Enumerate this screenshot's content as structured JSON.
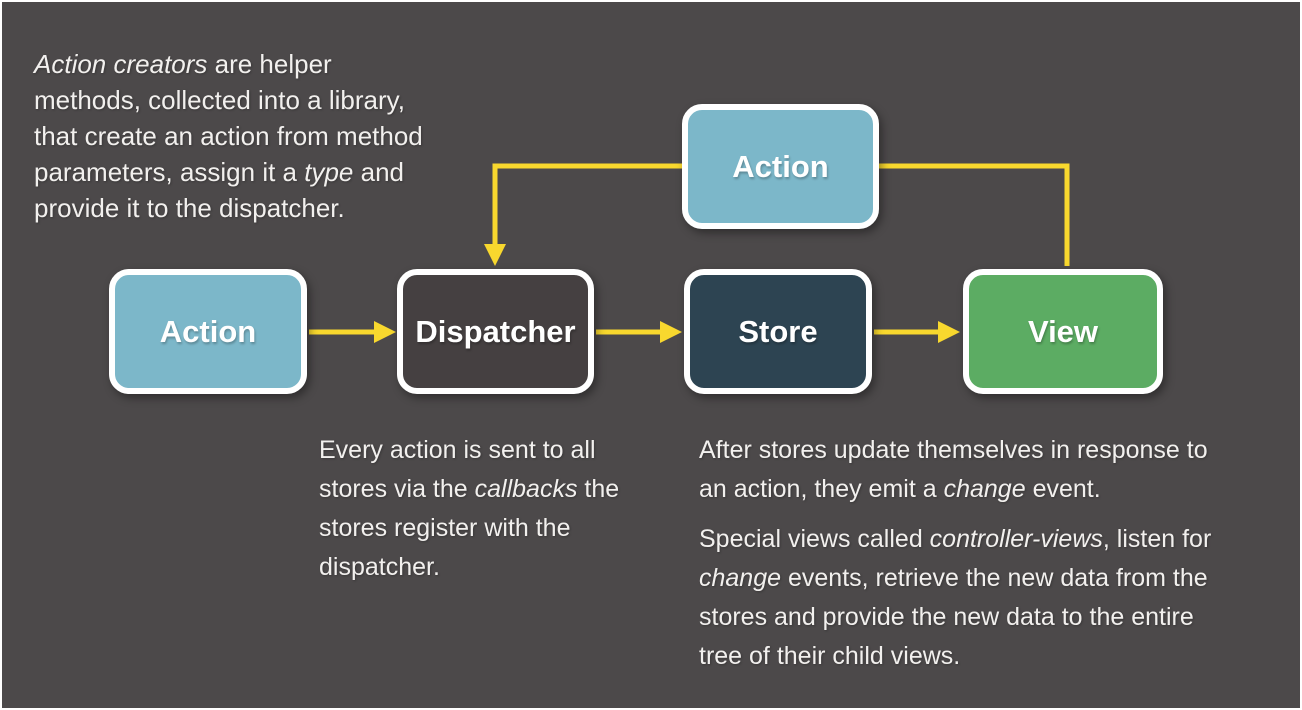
{
  "colors": {
    "background": "#4c494a",
    "frame_border": "#ffffff",
    "box_border": "#ffffff",
    "label_text": "#ffffff",
    "text": "#f2f0ee",
    "arrow": "#f8d82e",
    "action_fill": "#7cb7c9",
    "dispatcher_fill": "#454041",
    "store_fill": "#2d4452",
    "view_fill": "#5cac63"
  },
  "boxes": {
    "action_top": {
      "label": "Action"
    },
    "action": {
      "label": "Action"
    },
    "dispatcher": {
      "label": "Dispatcher"
    },
    "store": {
      "label": "Store"
    },
    "view": {
      "label": "View"
    }
  },
  "notes": {
    "action_creators": {
      "lines": [
        [
          {
            "t": "Action creators",
            "i": true
          },
          {
            "t": " are helper"
          }
        ],
        [
          {
            "t": "methods, collected into a library,"
          }
        ],
        [
          {
            "t": "that create an action from method"
          }
        ],
        [
          {
            "t": "parameters, assign it a "
          },
          {
            "t": "type",
            "i": true
          },
          {
            "t": " and"
          }
        ],
        [
          {
            "t": "provide it to the dispatcher."
          }
        ]
      ]
    },
    "dispatcher_note": {
      "lines": [
        [
          {
            "t": "Every action is sent to all"
          }
        ],
        [
          {
            "t": "stores via the "
          },
          {
            "t": "callbacks",
            "i": true
          },
          {
            "t": " the"
          }
        ],
        [
          {
            "t": "stores register with the"
          }
        ],
        [
          {
            "t": "dispatcher."
          }
        ]
      ]
    },
    "store_note": {
      "lines": [
        [
          {
            "t": "After stores update themselves in response to"
          }
        ],
        [
          {
            "t": "an action, they emit a "
          },
          {
            "t": "change",
            "i": true
          },
          {
            "t": " event."
          }
        ]
      ]
    },
    "views_note": {
      "lines": [
        [
          {
            "t": "Special views called "
          },
          {
            "t": "controller-views",
            "i": true
          },
          {
            "t": ", listen for"
          }
        ],
        [
          {
            "t": "change",
            "i": true
          },
          {
            "t": " events, retrieve the new data from the"
          }
        ],
        [
          {
            "t": "stores and provide the new data to the entire"
          }
        ],
        [
          {
            "t": "tree of their child views."
          }
        ]
      ]
    }
  }
}
